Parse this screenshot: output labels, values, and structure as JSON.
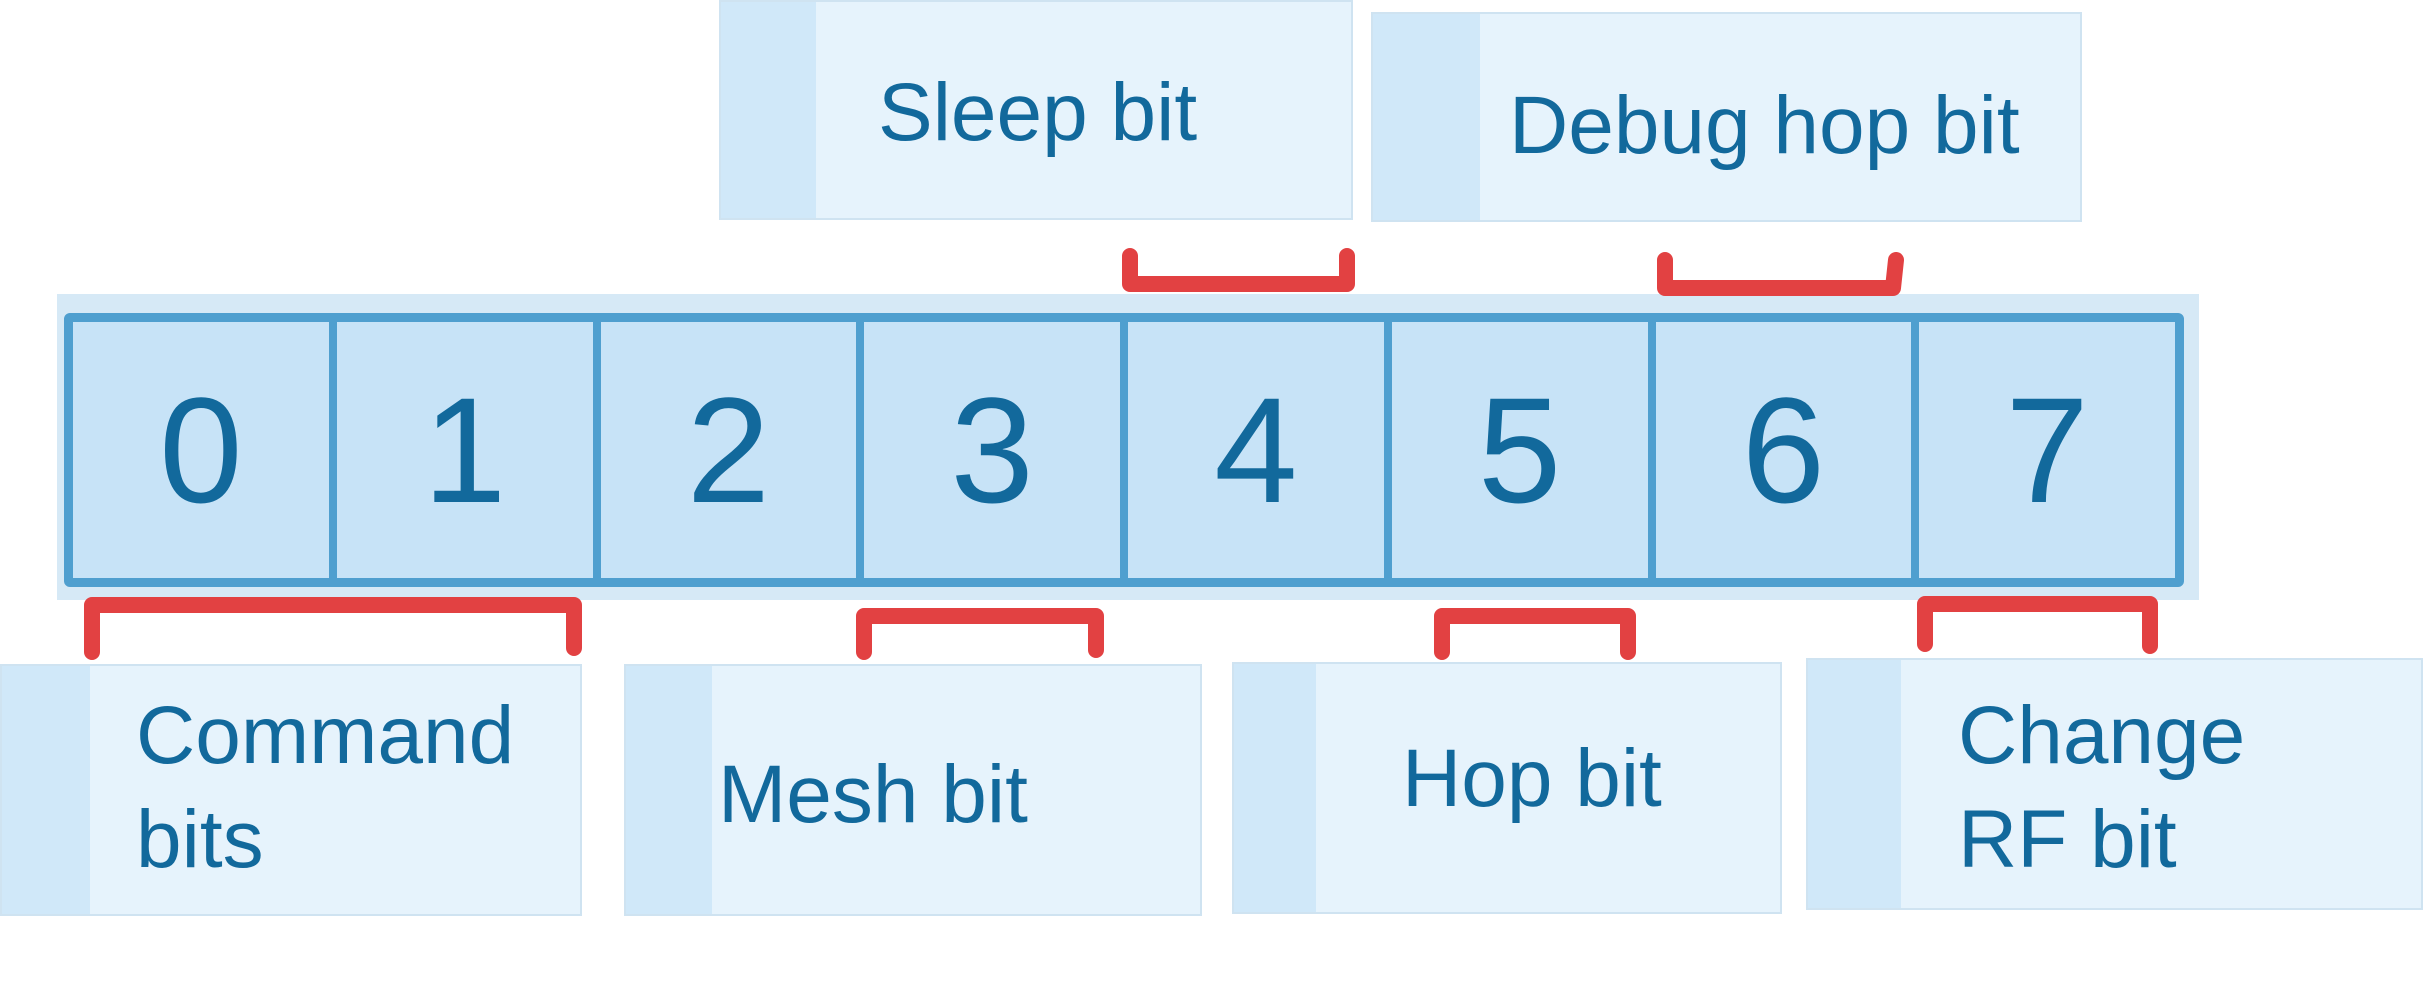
{
  "bits": [
    "0",
    "1",
    "2",
    "3",
    "4",
    "5",
    "6",
    "7"
  ],
  "labels": {
    "sleep": [
      "Sleep bit"
    ],
    "debug_hop": [
      "Debug hop bit"
    ],
    "command": [
      "Command",
      "bits"
    ],
    "mesh": [
      "Mesh bit"
    ],
    "hop": [
      "Hop bit"
    ],
    "change_rf": [
      "Change",
      "RF bit"
    ]
  },
  "colors": {
    "bracket": "#e24142",
    "cell_fill": "#c7e3f7",
    "cell_border": "#4f9fcf",
    "label_fill": "#e6f3fc",
    "label_strip": "#d0e8f9",
    "text": "#12699c"
  }
}
